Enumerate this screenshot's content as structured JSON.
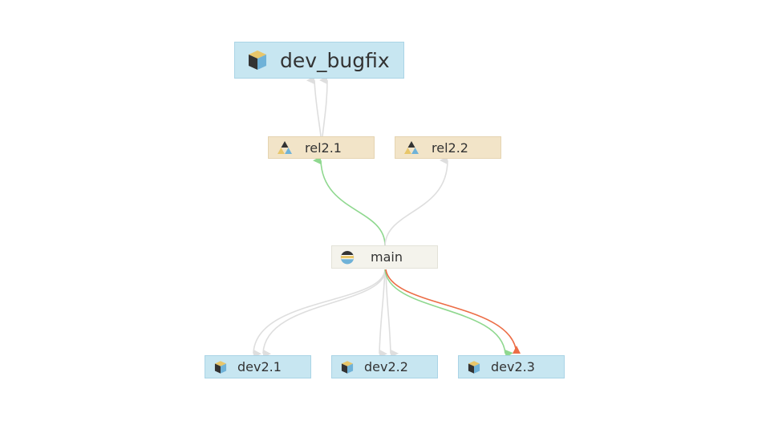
{
  "streams": {
    "dev_bugfix": {
      "label": "dev_bugfix",
      "type": "development",
      "icon": "development-stream-icon"
    },
    "rel21": {
      "label": "rel2.1",
      "type": "release",
      "icon": "release-stream-icon"
    },
    "rel22": {
      "label": "rel2.2",
      "type": "release",
      "icon": "release-stream-icon"
    },
    "main": {
      "label": "main",
      "type": "mainline",
      "icon": "mainline-stream-icon"
    },
    "dev21": {
      "label": "dev2.1",
      "type": "development",
      "icon": "development-stream-icon"
    },
    "dev22": {
      "label": "dev2.2",
      "type": "development",
      "icon": "development-stream-icon"
    },
    "dev23": {
      "label": "dev2.3",
      "type": "development",
      "icon": "development-stream-icon"
    }
  },
  "edges": [
    {
      "from": "rel21",
      "to": "dev_bugfix",
      "state": "none"
    },
    {
      "from": "main",
      "to": "rel21",
      "state": "copy-pending"
    },
    {
      "from": "main",
      "to": "rel22",
      "state": "none"
    },
    {
      "from": "main",
      "to": "dev21",
      "state": "none"
    },
    {
      "from": "main",
      "to": "dev22",
      "state": "none"
    },
    {
      "from": "main",
      "to": "dev23",
      "state": "merge-and-copy-pending"
    }
  ],
  "colors": {
    "development": "#c7e6f1",
    "release": "#f2e4c8",
    "mainline": "#f4f3ec",
    "edge_neutral": "#dedede",
    "edge_green": "#8fd88f",
    "edge_orange": "#ec6d46",
    "text": "#333333"
  }
}
